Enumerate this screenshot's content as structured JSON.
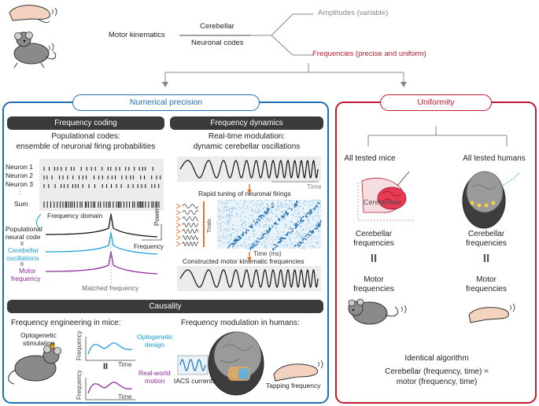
{
  "top": {
    "motor_kinematics": "Motor kinematics",
    "cerebellar": "Cerebellar",
    "neuronal_codes": "Neuronal codes",
    "amplitudes": "Amplitudes (variable)",
    "frequencies": "Frequencies (precise and uniform)"
  },
  "left_panel": {
    "title": "Numerical precision",
    "frequency_coding": {
      "header": "Frequency coding",
      "subtitle_1": "Populational codes:",
      "subtitle_2": "ensemble of neuronal firing probabilities",
      "neuron_labels": [
        "Neuron 1",
        "Neuron 2",
        "Neuron 3"
      ],
      "dots": "⋮",
      "sum": "Sum",
      "frequency_domain": "Frequency domain",
      "pop_code_1": "Populational",
      "pop_code_2": "neural code",
      "equiv_1": "II",
      "cereb_osc_1": "Cerebellar",
      "cereb_osc_2": "oscillations",
      "equiv_2": "II",
      "motor_freq_1": "Motor",
      "motor_freq_2": "frequency",
      "power": "Power",
      "frequency_axis": "Frequency",
      "matched_frequency": "Matched frequency"
    },
    "frequency_dynamics": {
      "header": "Frequency dynamics",
      "subtitle_1": "Real-time modulation:",
      "subtitle_2": "dynamic cerebellar oscillations",
      "time": "Time",
      "rapid_tuning": "Rapid tuning of neuronal firings",
      "trials": "Trials",
      "time_ms": "Time (ms)",
      "constructed": "Constructed motor kinematic frequencies"
    },
    "causality": {
      "header": "Causality",
      "mice_title": "Frequency engineering in mice:",
      "optogenetic_stim_1": "Optogenetic",
      "optogenetic_stim_2": "stimulation",
      "frequency": "Frequency",
      "time": "Time",
      "optogenetic_design_1": "Optogenetic",
      "optogenetic_design_2": "design",
      "equiv": "II",
      "real_world_1": "Real-world",
      "real_world_2": "motion",
      "humans_title": "Frequency modulation in humans:",
      "tacs": "tACS currents",
      "tapping": "Tapping frequency"
    }
  },
  "right_panel": {
    "title": "Uniformity",
    "mice": "All tested mice",
    "humans": "All tested humans",
    "cerebellum": "Cerebellum",
    "cereb_freq_1": "Cerebellar",
    "cereb_freq_2": "frequencies",
    "equiv": "II",
    "motor_freq_1": "Motor",
    "motor_freq_2": "frequencies",
    "identical": "Identical algorithm",
    "formula_1": "Cerebellar (frequency, time) =",
    "formula_2": "motor (frequency, time)"
  },
  "colors": {
    "blue": "#1f6fb2",
    "red": "#c0182e",
    "cyan": "#1aa0d8",
    "purple": "#8e2a9c",
    "dark": "#3a3a3a"
  }
}
